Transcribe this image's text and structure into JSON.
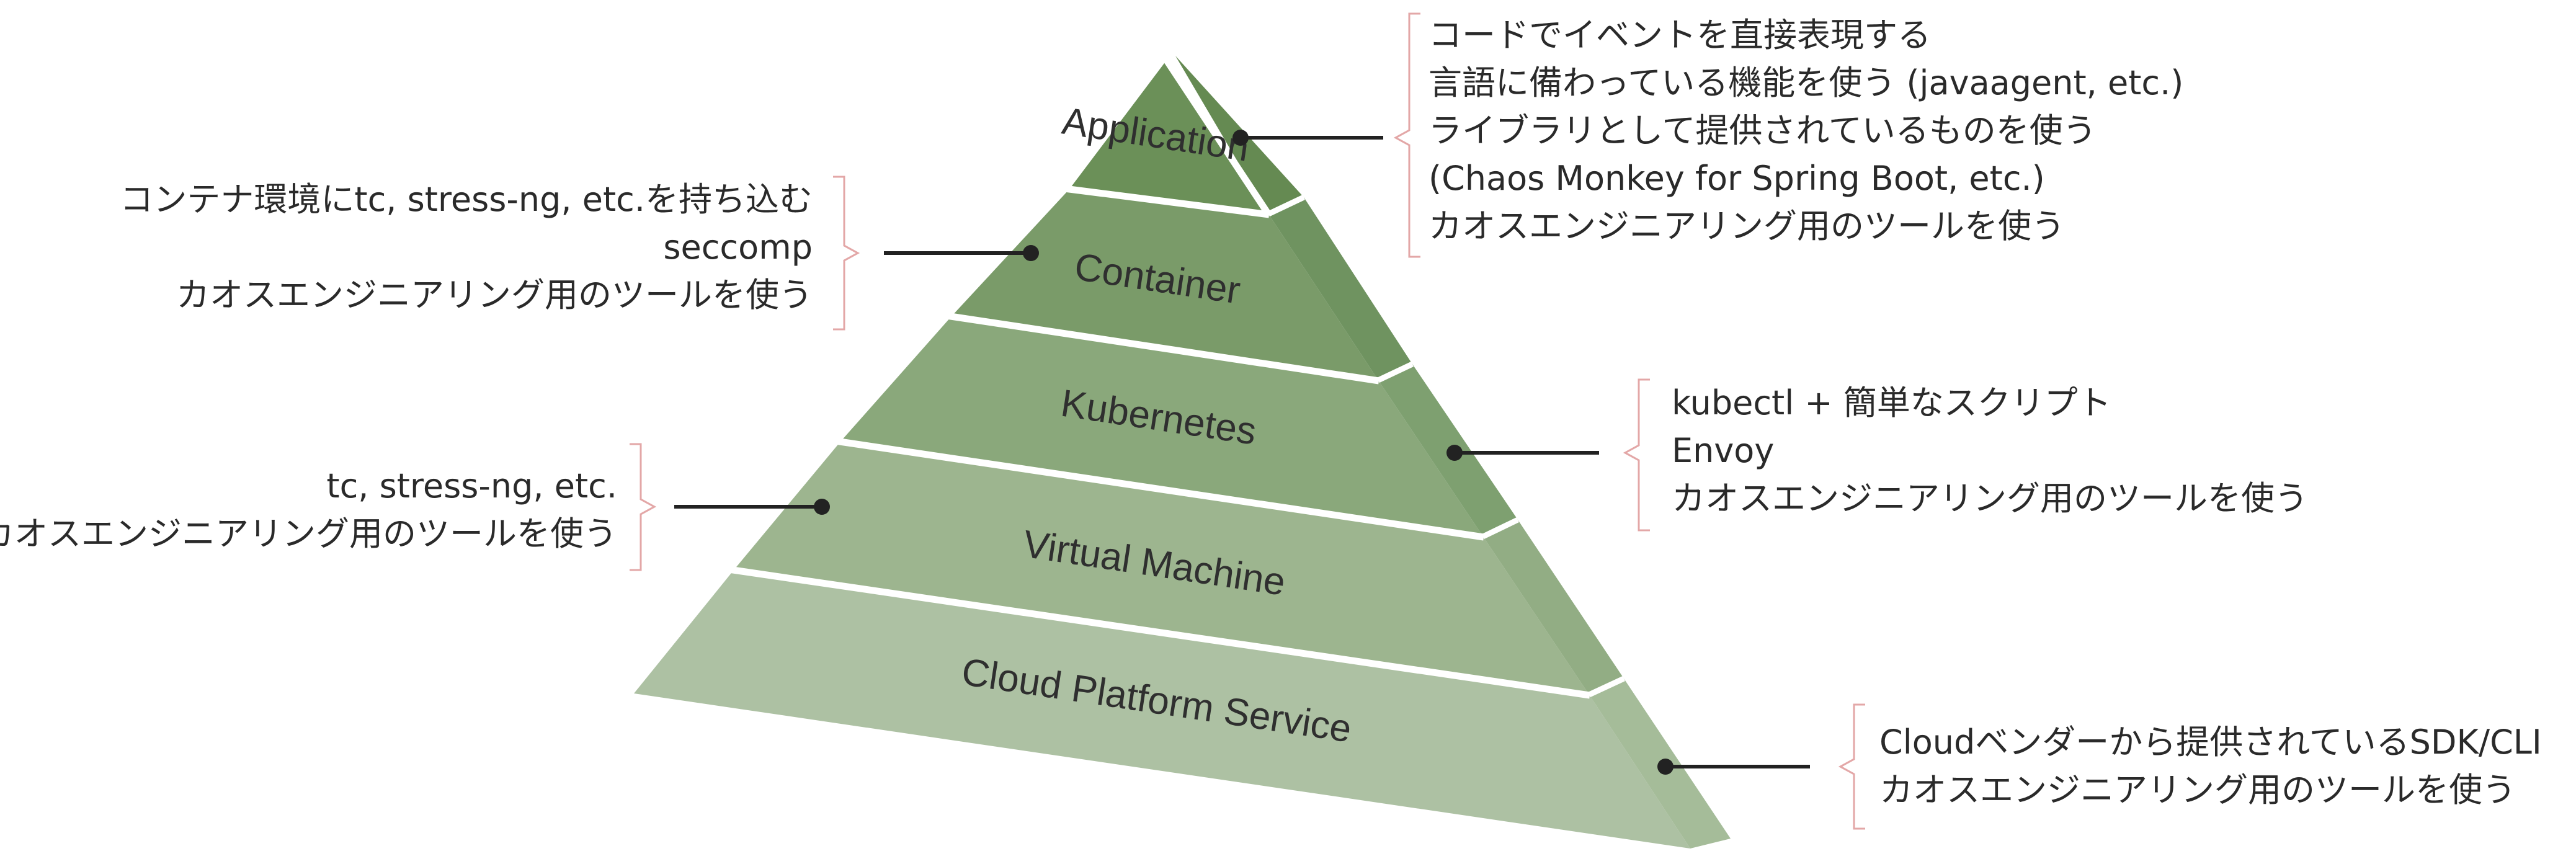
{
  "colors": {
    "layer_front": [
      "#6b9058",
      "#7a9b69",
      "#8aa87b",
      "#9db58f",
      "#adc1a3"
    ],
    "layer_side": [
      "#658a52",
      "#6f9360",
      "#7ea070",
      "#92ad84",
      "#a5bc99"
    ],
    "brace": "#e3a7a7",
    "connector": "#222222",
    "text": "#2a2a2a"
  },
  "layers": [
    {
      "label": "Application"
    },
    {
      "label": "Container"
    },
    {
      "label": "Kubernetes"
    },
    {
      "label": "Virtual Machine"
    },
    {
      "label": "Cloud Platform Service"
    }
  ],
  "annotations": {
    "application": [
      "コードでイベントを直接表現する",
      "言語に備わっている機能を使う (javaagent, etc.)",
      "ライブラリとして提供されているものを使う",
      "(Chaos Monkey for Spring Boot, etc.)",
      "カオスエンジニアリング用のツールを使う"
    ],
    "container": [
      "コンテナ環境にtc, stress-ng, etc.を持ち込む",
      "seccomp",
      "カオスエンジニアリング用のツールを使う"
    ],
    "kubernetes": [
      "kubectl + 簡単なスクリプト",
      "Envoy",
      "カオスエンジニアリング用のツールを使う"
    ],
    "virtual_machine": [
      "tc, stress-ng, etc.",
      "カオスエンジニアリング用のツールを使う"
    ],
    "cloud_platform": [
      "Cloudベンダーから提供されているSDK/CLI",
      "カオスエンジニアリング用のツールを使う"
    ]
  }
}
